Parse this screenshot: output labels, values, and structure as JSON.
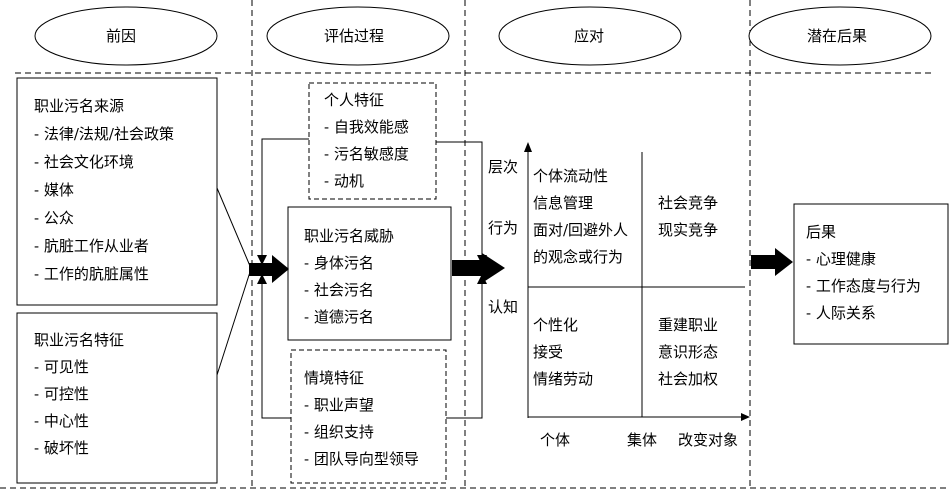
{
  "stages": [
    {
      "id": "antecedents",
      "label": "前因"
    },
    {
      "id": "appraisal",
      "label": "评估过程"
    },
    {
      "id": "coping",
      "label": "应对"
    },
    {
      "id": "outcomes",
      "label": "潜在后果"
    }
  ],
  "antecedents": {
    "sources": {
      "title": "职业污名来源",
      "items": [
        "- 法律/法规/社会政策",
        "- 社会文化环境",
        "- 媒体",
        "- 公众",
        "- 肮脏工作从业者",
        "- 工作的肮脏属性"
      ]
    },
    "characteristics": {
      "title": "职业污名特征",
      "items": [
        "- 可见性",
        "- 可控性",
        "- 中心性",
        "- 破坏性"
      ]
    }
  },
  "appraisal": {
    "personal": {
      "title": "个人特征",
      "items": [
        "- 自我效能感",
        "- 污名敏感度",
        "- 动机"
      ]
    },
    "threat": {
      "title": "职业污名威胁",
      "items": [
        "- 身体污名",
        "- 社会污名",
        "- 道德污名"
      ]
    },
    "situational": {
      "title": "情境特征",
      "items": [
        "- 职业声望",
        "- 组织支持",
        "- 团队导向型领导"
      ]
    }
  },
  "coping": {
    "y_axis": {
      "title": "层次",
      "levels": [
        "行为",
        "认知"
      ]
    },
    "x_axis": {
      "title": "改变对象",
      "levels": [
        "个体",
        "集体"
      ]
    },
    "quadrants": {
      "behavior_individual": [
        "个体流动性",
        "信息管理",
        "面对/回避外人",
        "的观念或行为"
      ],
      "behavior_collective": [
        "社会竞争",
        "现实竞争"
      ],
      "cognition_individual": [
        "个性化",
        "接受",
        "情绪劳动"
      ],
      "cognition_collective": [
        "重建职业",
        "意识形态",
        "社会加权"
      ]
    }
  },
  "outcomes": {
    "title": "后果",
    "items": [
      "- 心理健康",
      "- 工作态度与行为",
      "- 人际关系"
    ]
  }
}
